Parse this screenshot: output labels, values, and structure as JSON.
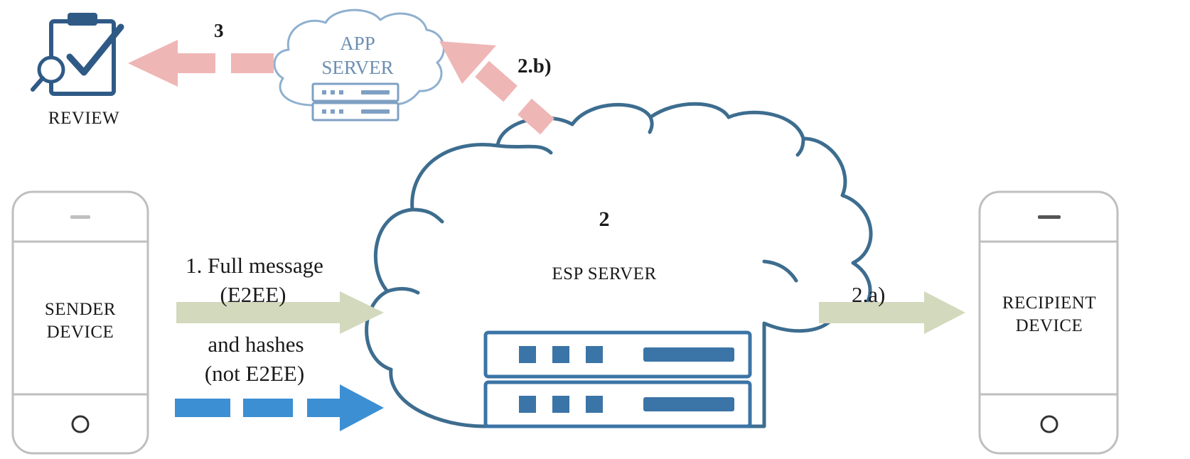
{
  "colors": {
    "outline": "#3d6d8f",
    "server_blue": "#3b74a6",
    "app_outline": "#8fb0cf",
    "arrow_green": "#d3d9bd",
    "arrow_blue": "#3d8fd3",
    "arrow_pink": "#efb6b6",
    "review_icon": "#2f5a86",
    "phone_outline": "#bfbfbf"
  },
  "review": {
    "label": "REVIEW",
    "icon": "clipboard-check-magnifier-icon"
  },
  "app_server": {
    "line1": "APP",
    "line2": "SERVER",
    "icon": "server-rack-icon"
  },
  "esp_server": {
    "number": "2",
    "label": "ESP SERVER",
    "icon": "server-rack-icon"
  },
  "sender": {
    "line1": "SENDER",
    "line2": "DEVICE",
    "icon": "smartphone-icon"
  },
  "recipient": {
    "line1": "RECIPIENT",
    "line2": "DEVICE",
    "icon": "smartphone-icon"
  },
  "steps": {
    "step1_line1": "1. Full message",
    "step1_line2": "(E2EE)",
    "step1_line3": "and hashes",
    "step1_line4": "(not E2EE)",
    "step2a": "2.a)",
    "step2b": "2.b)",
    "step3": "3"
  }
}
